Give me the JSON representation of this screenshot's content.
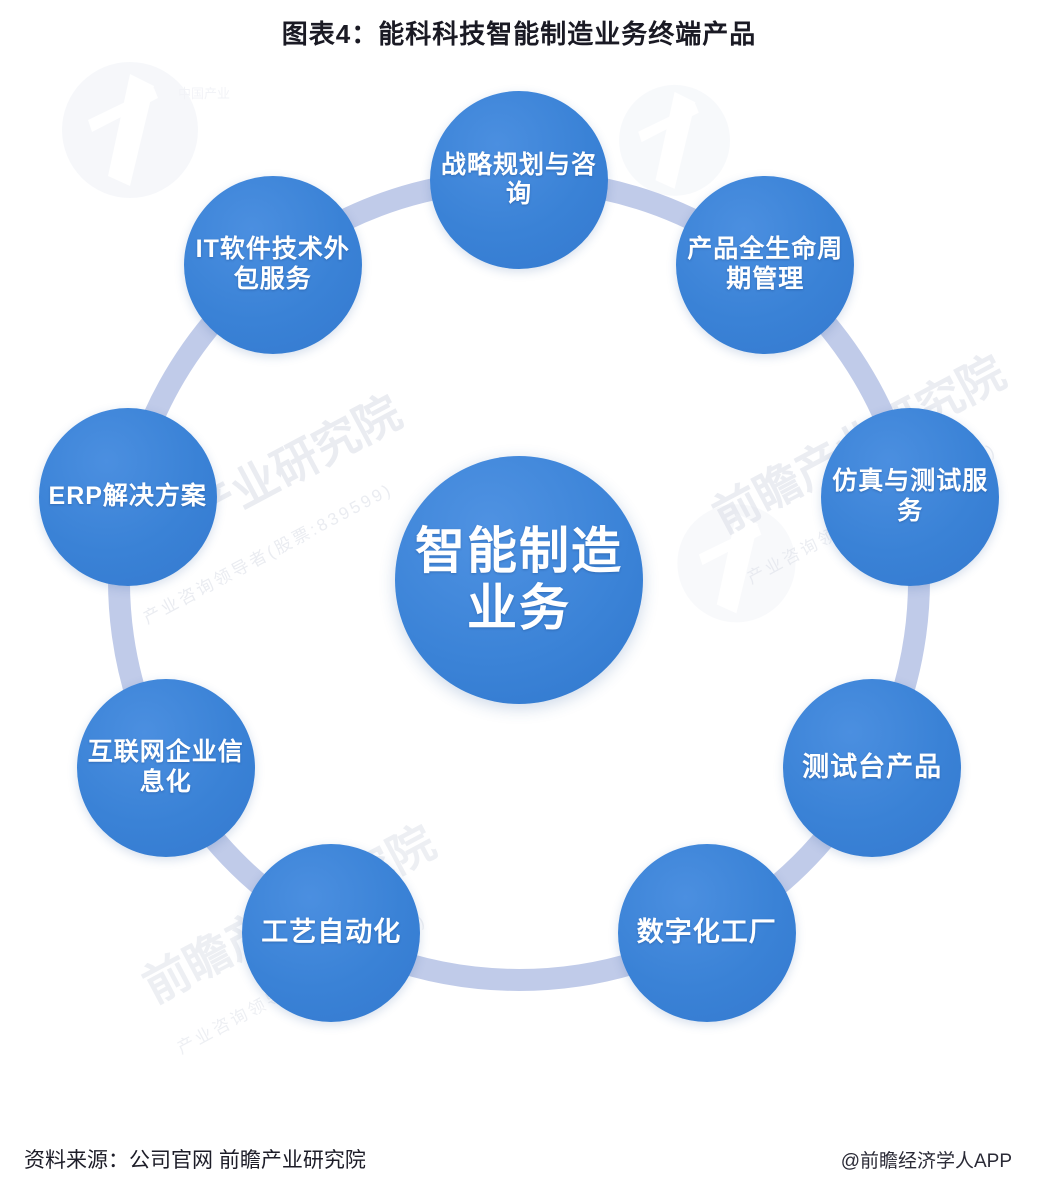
{
  "title": "图表4：能科科技智能制造业务终端产品",
  "diagram": {
    "type": "circular-hub-and-spoke",
    "center": {
      "label": "智能制造业务"
    },
    "ring_color": "#c0cbe9",
    "node_color": "#3b83d7",
    "nodes": [
      {
        "label": "战略规划与咨询",
        "angle_deg": 90,
        "name": "strategy-planning-consulting"
      },
      {
        "label": "产品全生命周期管理",
        "angle_deg": 52,
        "name": "product-lifecycle-management"
      },
      {
        "label": "仿真与测试服务",
        "angle_deg": 12,
        "name": "simulation-testing-service"
      },
      {
        "label": "测试台产品",
        "angle_deg": -28,
        "name": "test-bench-product"
      },
      {
        "label": "数字化工厂",
        "angle_deg": -62,
        "name": "digital-factory"
      },
      {
        "label": "工艺自动化",
        "angle_deg": -118,
        "name": "process-automation"
      },
      {
        "label": "互联网企业信息化",
        "angle_deg": -152,
        "name": "internet-enterprise-informatization"
      },
      {
        "label": "ERP解决方案",
        "angle_deg": 168,
        "name": "erp-solution"
      },
      {
        "label": "IT软件技术外包服务",
        "angle_deg": 128,
        "name": "it-software-outsourcing-service"
      }
    ]
  },
  "watermarks": {
    "diagonal_main": "前瞻产业研究院",
    "diagonal_sub": "产业咨询领导者(股票:839599)",
    "logo_text": "中国产业"
  },
  "footer": {
    "source": "资料来源：公司官网 前瞻产业研究院",
    "app": "@前瞻经济学人APP"
  }
}
